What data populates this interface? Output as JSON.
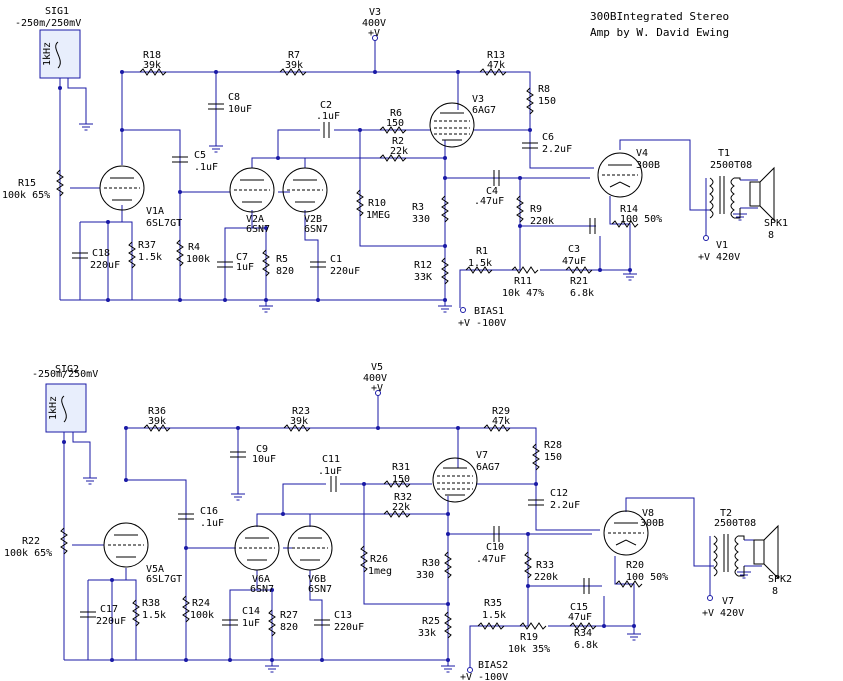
{
  "title": {
    "line1": "300BIntegrated Stereo",
    "line2": "Amp by W. David Ewing"
  },
  "colors": {
    "wire": "#1a1aa6",
    "component": "#000000",
    "background": "#ffffff"
  },
  "labels": {
    "sig1": "SIG1",
    "sig1_val": "-250m/250mV",
    "sig1_freq": "1kHz",
    "v3": "V3",
    "v3_val": "400V",
    "v3_plus": "+V",
    "r18": "R18",
    "r18_val": "39k",
    "r7": "R7",
    "r7_val": "39k",
    "r13": "R13",
    "r13_val": "47k",
    "r8": "R8",
    "r8_val": "150",
    "c8": "C8",
    "c8_val": "10uF",
    "c2": "C2",
    "c2_val": ".1uF",
    "r6": "R6",
    "r6_val": "150",
    "r2": "R2",
    "r2_val": "22k",
    "v3t": "V3",
    "v3t_val": "6AG7",
    "c6": "C6",
    "c6_val": "2.2uF",
    "c5": "C5",
    "c5_val": ".1uF",
    "r15": "R15",
    "r15_val": "100k 65%",
    "v1a": "V1A",
    "v1a_val": "6SL7GT",
    "c18": "C18",
    "c18_val": "220uF",
    "r37": "R37",
    "r37_val": "1.5k",
    "r4": "R4",
    "r4_val": "100k",
    "v2a": "V2A",
    "v2a_val": "6SN7",
    "v2b": "V2B",
    "v2b_val": "6SN7",
    "c7": "C7",
    "c7_val": "1uF",
    "r5": "R5",
    "r5_val": "820",
    "c1": "C1",
    "c1_val": "220uF",
    "r10": "R10",
    "r10_val": "1MEG",
    "r3": "R3",
    "r3_val": "330",
    "r12": "R12",
    "r12_val": "33K",
    "c4": "C4",
    "c4_val": ".47uF",
    "r9": "R9",
    "r9_val": "220k",
    "c3": "C3",
    "c3_val": "47uF",
    "r1": "R1",
    "r1_val": "1.5k",
    "r11": "R11",
    "r11_val": "10k 47%",
    "r21": "R21",
    "r21_val": "6.8k",
    "v4": "V4",
    "v4_val": "300B",
    "r14": "R14",
    "r14_val": "100  50%",
    "t1": "T1",
    "t1_val": "2500T08",
    "spk1": "SPK1",
    "spk1_val": "8",
    "v1": "V1",
    "v1_val": "+V 420V",
    "bias1": "BIAS1",
    "bias1_val": "+V -100V",
    "sig2": "SIG2",
    "sig2_val": "-250m/250mV",
    "sig2_freq": "1kHz",
    "v5": "V5",
    "v5_val": "400V",
    "v5_plus": "+V",
    "r36": "R36",
    "r36_val": "39k",
    "r23": "R23",
    "r23_val": "39k",
    "r29": "R29",
    "r29_val": "47k",
    "r28": "R28",
    "r28_val": "150",
    "c9": "C9",
    "c9_val": "10uF",
    "c11": "C11",
    "c11_val": ".1uF",
    "r31": "R31",
    "r31_val": "150",
    "r32": "R32",
    "r32_val": "22k",
    "v7": "V7",
    "v7_val": "6AG7",
    "c12": "C12",
    "c12_val": "2.2uF",
    "c16": "C16",
    "c16_val": ".1uF",
    "r22": "R22",
    "r22_val": "100k 65%",
    "v5a": "V5A",
    "v5a_val": "6SL7GT",
    "c17": "C17",
    "c17_val": "220uF",
    "r38": "R38",
    "r38_val": "1.5k",
    "r24": "R24",
    "r24_val": "100k",
    "v6a": "V6A",
    "v6a_val": "6SN7",
    "v6b": "V6B",
    "v6b_val": "6SN7",
    "c14": "C14",
    "c14_val": "1uF",
    "r27": "R27",
    "r27_val": "820",
    "c13": "C13",
    "c13_val": "220uF",
    "r26": "R26",
    "r26_val": "1meg",
    "r30": "R30",
    "r30_val": "330",
    "r25": "R25",
    "r25_val": "33k",
    "c10": "C10",
    "c10_val": ".47uF",
    "r33": "R33",
    "r33_val": "220k",
    "c15": "C15",
    "c15_val": "47uF",
    "r35": "R35",
    "r35_val": "1.5k",
    "r19": "R19",
    "r19_val": "10k 35%",
    "r34": "R34",
    "r34_val": "6.8k",
    "v8": "V8",
    "v8_val": "300B",
    "r20": "R20",
    "r20_val": "100  50%",
    "t2": "T2",
    "t2_val": "2500T08",
    "spk2": "SPK2",
    "spk2_val": "8",
    "v7s": "V7",
    "v7s_val": "+V 420V",
    "bias2": "BIAS2",
    "bias2_val": "+V -100V"
  }
}
